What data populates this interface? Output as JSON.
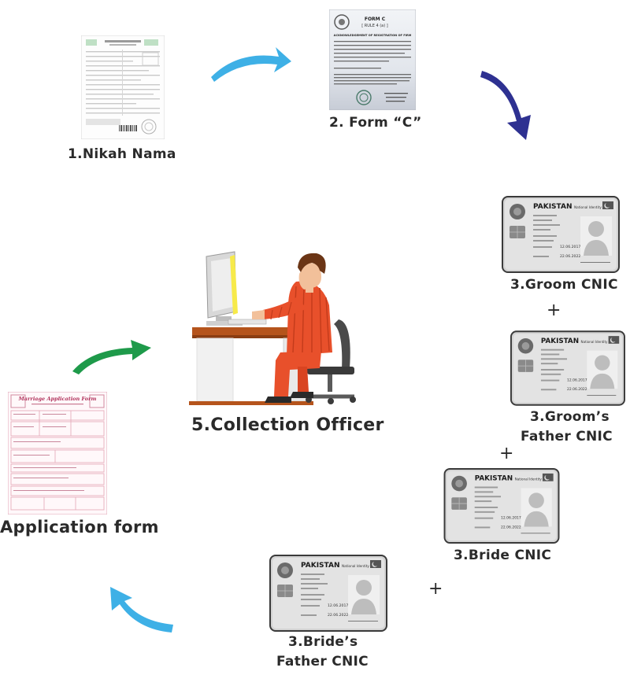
{
  "labels": {
    "nikah": "1.Nikah Nama",
    "formc": "2. Form “C”",
    "groom": "3.Groom CNIC",
    "groom_father_1": "3.Groom’s",
    "groom_father_2": "Father CNIC",
    "bride": "3.Bride CNIC",
    "bride_father_1": "3.Bride’s",
    "bride_father_2": "Father CNIC",
    "officer": "5.Collection Officer",
    "application": "Application form"
  },
  "plus": "+",
  "form_c": {
    "heading": "FORM C",
    "rule": "[ RULE 4 (a) ]",
    "title": "ACKNOWLEDGEMENT OF REGISTRATION OF FIRM"
  },
  "cnic": {
    "country": "PAKISTAN",
    "card_name": "National Identity Card",
    "issue_date": "12.06.2017",
    "expiry_date": "22.06.2022"
  },
  "application_doc": {
    "title": "Marriage Application Form"
  },
  "colors": {
    "arrow_blue": "#3eb0e6",
    "arrow_navy": "#2e3191",
    "arrow_green": "#1e9a4a",
    "shirt": "#e8502b",
    "hair": "#6b3515",
    "desk_top": "#b5541c",
    "monitor_glow": "#f7ea4a"
  }
}
